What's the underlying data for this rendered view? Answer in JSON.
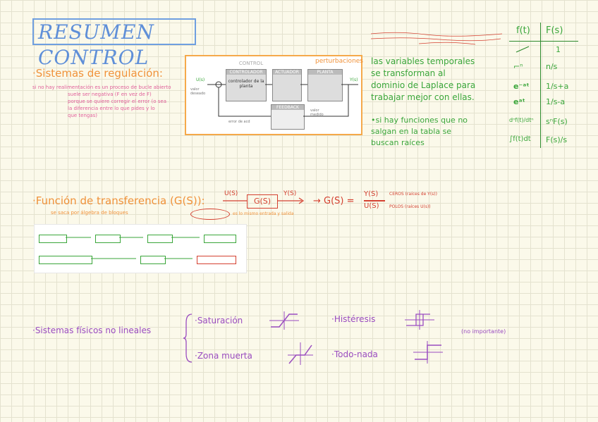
{
  "title": "RESUMEN CONTROL",
  "regulacion": {
    "heading": "·Sistemas de regulación:",
    "note1": "si no hay realimentación es un proceso de bucle abierto",
    "note2": "suele ser negativa (F en vez de F)",
    "note3": "porque se quiere corregir el error (o sea",
    "note4": "la diferencia entre lo que pides y lo",
    "note5": "que tengas)"
  },
  "diagram": {
    "control": "CONTROL",
    "planta": "PLANTA",
    "feedback": "FEEDBACK",
    "controlador": "controlador de la planta",
    "actuador": "ACTUADOR",
    "perturbaciones": "perturbaciones",
    "uls": "U(s)",
    "yls": "Y(s)",
    "error": "error de acd",
    "valor_deseado": "valor deseado",
    "medida": "valor medido"
  },
  "laplace": {
    "variables_line1": "las variables temporales",
    "variables_line2": "se transforman al",
    "variables_line3": "dominio de Laplace para",
    "variables_line4": "trabajar mejor con ellas.",
    "extra_line1": "•si hay funciones que no",
    "extra_line2": "salgan en la tabla se",
    "extra_line3": "buscan raíces",
    "col_f": "f(t)",
    "col_F": "F(s)",
    "rows": [
      {
        "f": "",
        "F": "1"
      },
      {
        "f": "⌐ⁿ",
        "F": "n/s"
      },
      {
        "f": "e⁻ᵃᵗ",
        "F": "1/s+a"
      },
      {
        "f": "eᵃᵗ",
        "F": "1/s-a"
      },
      {
        "f": "dⁿf(t)/dtⁿ",
        "F": "sⁿF(s)"
      },
      {
        "f": "∫f(t)dt",
        "F": "F(s)/s"
      }
    ]
  },
  "transferencia": {
    "heading": "·Función de transferencia (G(S)):",
    "u": "U(S)",
    "g": "G(S)",
    "y": "Y(S)",
    "eq_lhs": "→ G(S) =",
    "eq_num": "Y(S)",
    "eq_den": "U(S)",
    "ceros": "CEROS (raíces de Y(s))",
    "polos": "POLOS (raíces U(s))",
    "nota": "se saca por álgebra de bloques",
    "nota2": "es lo mismo entrada y salida"
  },
  "no_lineales": {
    "heading": "·Sistemas físicos no lineales",
    "saturacion": "·Saturación",
    "histeresis": "·Histéresis",
    "zona_muerta": "·Zona muerta",
    "todo_nada": "·Todo-nada",
    "nota": "(no importante)"
  }
}
